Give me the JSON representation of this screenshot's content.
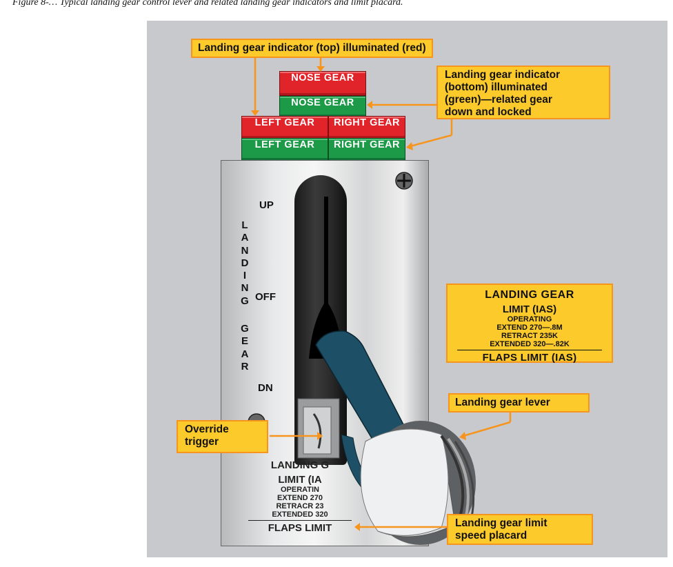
{
  "figure_caption": "Figure 8-… Typical landing gear control lever and related landing gear indicators and limit placard.",
  "indicators": {
    "top_row": {
      "nose": "NOSE GEAR",
      "left": "LEFT GEAR",
      "right": "RIGHT GEAR"
    },
    "bottom_row": {
      "nose": "NOSE GEAR",
      "left": "LEFT GEAR",
      "right": "RIGHT GEAR"
    },
    "colors": {
      "top": "#e1232a",
      "bottom": "#1c9a48"
    }
  },
  "callouts": {
    "top_indicator": "Landing gear indicator (top) illuminated (red)",
    "bottom_indicator": [
      "Landing gear indicator",
      "(bottom) illuminated",
      "(green)—related gear",
      "down and locked"
    ],
    "lever": "Landing gear lever",
    "override": [
      "Override",
      "trigger"
    ],
    "placard_label": [
      "Landing gear limit",
      "speed placard"
    ]
  },
  "control_panel": {
    "vertical_label": [
      "L",
      "A",
      "N",
      "D",
      "I",
      "N",
      "G",
      "",
      "G",
      "E",
      "A",
      "R"
    ],
    "positions": {
      "up": "UP",
      "off": "OFF",
      "down": "DN"
    }
  },
  "placard": {
    "title": "LANDING GEAR",
    "subtitle": "LIMIT (IAS)",
    "line1": "OPERATING",
    "line2": "EXTEND 270—.8M",
    "line3": "RETRACT 235K",
    "line4": "EXTENDED 320—.82K",
    "footer": "FLAPS LIMIT (IAS)"
  },
  "engraved_placard": {
    "title": "LANDING G",
    "subtitle": "LIMIT (IA",
    "line1": "OPERATIN",
    "line2": "EXTEND 270",
    "line3": "RETRACR 23",
    "line4": "EXTENDED 320",
    "footer": "FLAPS LIMIT"
  },
  "accent_color": "#f7941d",
  "callout_fill": "#fdca2c"
}
